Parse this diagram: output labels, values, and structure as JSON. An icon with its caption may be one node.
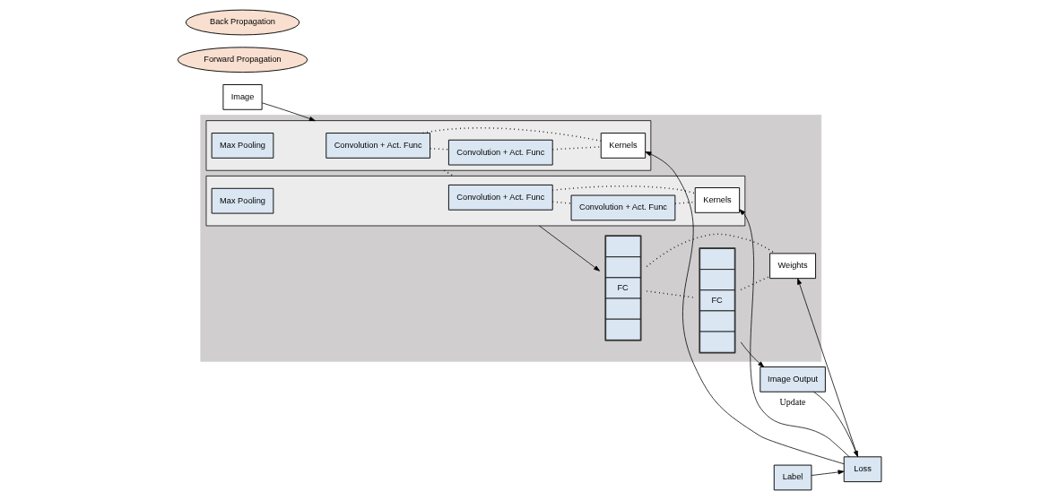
{
  "diagram": {
    "nodes": [
      {
        "text": [
          "Image"
        ]
      },
      {
        "text": [],
        "shape": "box"
      },
      {
        "text": [],
        "shape": "box",
        "in": 1
      },
      {
        "text": [
          "Convolution + Act. Func"
        ],
        "in": 2
      },
      {
        "text": [
          "Convolution + Act. Func"
        ],
        "in": 2
      },
      {
        "text": [
          "Max Pooling"
        ],
        "in": 2
      },
      {
        "text": [
          "Kernels"
        ],
        "in": 2
      },
      {
        "text": [],
        "shape": "box",
        "in": 1
      },
      {
        "text": [
          "Convolution + Act. Func"
        ],
        "in": 7
      },
      {
        "text": [
          "Convolution + Act. Func"
        ],
        "in": 7
      },
      {
        "text": [
          "Max Pooling"
        ],
        "in": 7
      },
      {
        "text": [
          "Kernels"
        ],
        "in": 7
      },
      {
        "text": [
          "FC"
        ],
        "in": 1
      },
      {
        "text": [
          "FC"
        ],
        "in": 1
      },
      {
        "text": [
          "Weights"
        ],
        "in": 1
      },
      {
        "text": [
          "Forward Propagation"
        ]
      },
      {
        "text": [
          "Image Output"
        ]
      },
      {
        "text": [
          "Label"
        ]
      },
      {
        "text": [
          "Loss"
        ]
      },
      {
        "text": [
          "Back Propagation"
        ]
      }
    ],
    "edges": [
      {
        "from": 0,
        "to": 2,
        "arrow": "to"
      },
      {
        "from": 3,
        "to": 4,
        "arrow": "none",
        "style": "dashed"
      },
      {
        "from": 3,
        "to": 6,
        "arrow": "none",
        "style": "dashed"
      },
      {
        "from": 4,
        "to": 6,
        "arrow": "none",
        "style": "dashed"
      },
      {
        "from": 2,
        "to": 7,
        "arrow": "none",
        "style": "dashed"
      },
      {
        "from": 8,
        "to": 9,
        "arrow": "none",
        "style": "dashed"
      },
      {
        "from": 8,
        "to": 11,
        "arrow": "none",
        "style": "dashed"
      },
      {
        "from": 9,
        "to": 11,
        "arrow": "none",
        "style": "dashed"
      },
      {
        "from": 7,
        "to": 12,
        "arrow": "to"
      },
      {
        "from": 12,
        "to": 13,
        "arrow": "none",
        "style": "dashed"
      },
      {
        "from": 12,
        "to": 14,
        "arrow": "none",
        "style": "dashed"
      },
      {
        "from": 13,
        "to": 14,
        "arrow": "none",
        "style": "dashed"
      },
      {
        "from": 13,
        "to": 16,
        "arrow": "to"
      },
      {
        "from": 16,
        "to": 18,
        "arrow": "to"
      },
      {
        "from": 17,
        "to": 18,
        "arrow": "to"
      },
      {
        "from": 18,
        "to": 6,
        "arrow": "to"
      },
      {
        "from": 18,
        "to": 11,
        "arrow": "to",
        "label": "Update"
      },
      {
        "from": 18,
        "to": 14,
        "arrow": "to"
      }
    ]
  }
}
